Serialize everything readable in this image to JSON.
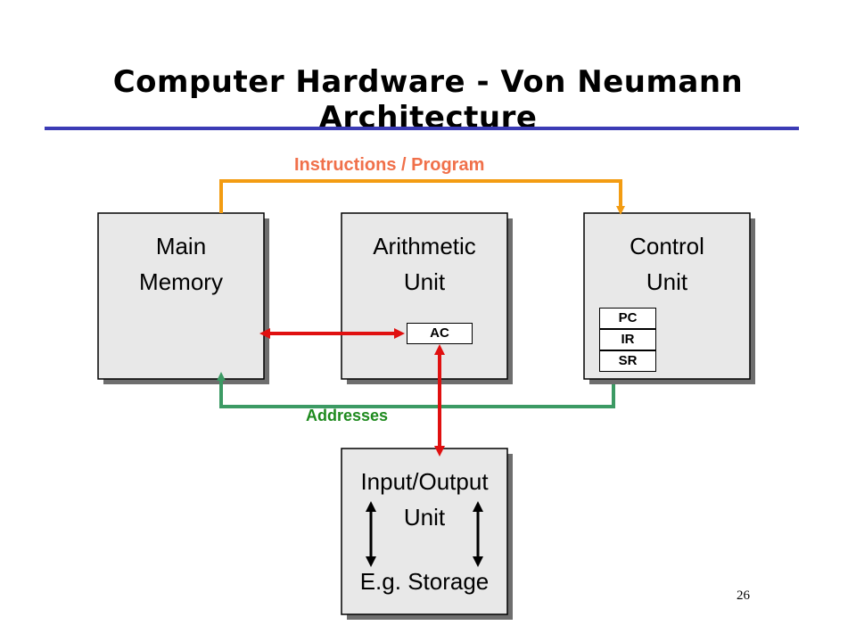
{
  "title": "Computer Hardware - Von Neumann Architecture",
  "colors": {
    "rule": "#3b3bb5",
    "instructions_bus": "#f39c12",
    "instructions_label": "#f0704a",
    "address_bus": "#3c9a64",
    "address_label": "#1e8a1e",
    "data_bus": "#e01010",
    "box_fill": "#e8e8e8"
  },
  "buses": {
    "instructions": "Instructions / Program",
    "addresses": "Addresses"
  },
  "units": {
    "main_memory": {
      "line1": "Main",
      "line2": "Memory"
    },
    "arithmetic": {
      "line1": "Arithmetic",
      "line2": "Unit"
    },
    "control": {
      "line1": "Control",
      "line2": "Unit"
    },
    "io": {
      "line1": "Input/Output",
      "line2": "Unit",
      "line3": "E.g. Storage"
    }
  },
  "registers": {
    "ac": "AC",
    "pc": "PC",
    "ir": "IR",
    "sr": "SR"
  },
  "page_number": "26"
}
